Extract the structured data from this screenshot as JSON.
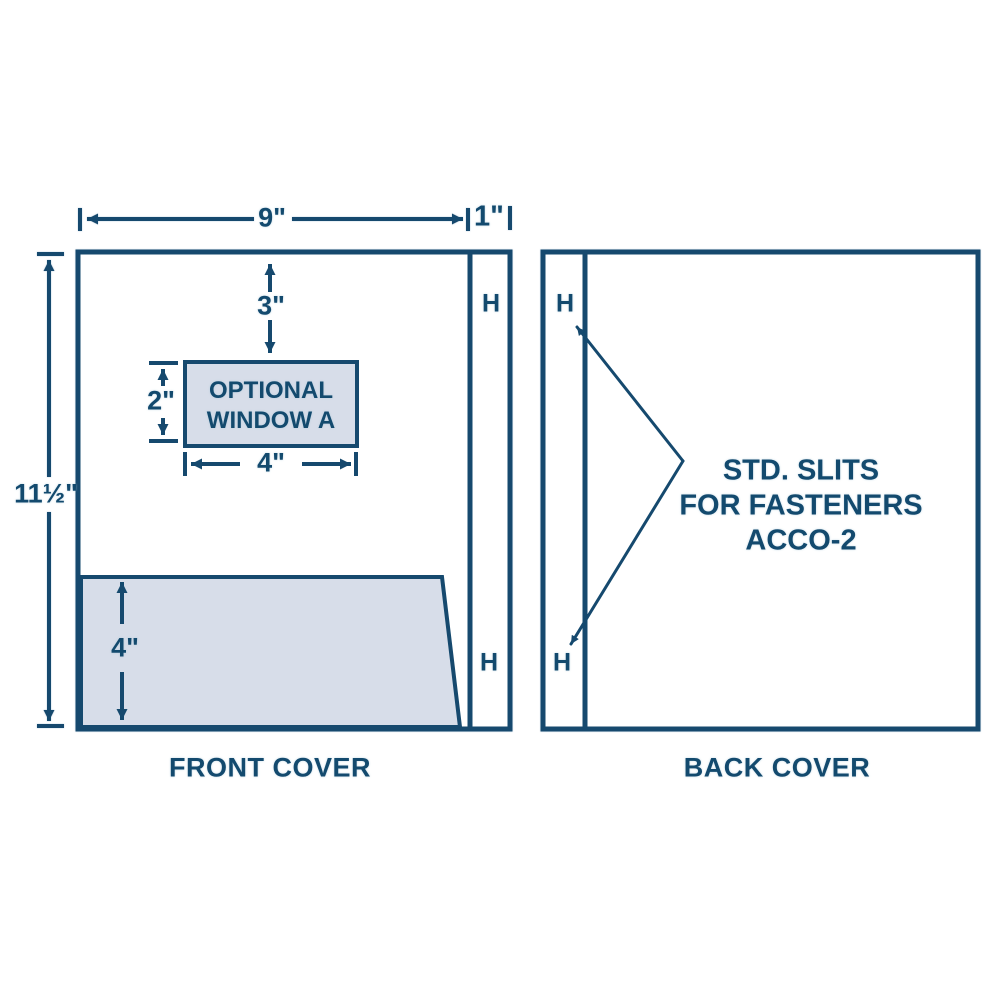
{
  "colors": {
    "line": "#124a6e",
    "text": "#134a6e",
    "shade_fill": "#d7dde9",
    "panel_fill": "#ffffff",
    "background": "#ffffff"
  },
  "dimensions": {
    "panel_width": "9\"",
    "flap_width": "1\"",
    "panel_height": "11½\"",
    "window_from_top": "3\"",
    "window_height": "2\"",
    "window_width": "4\"",
    "pocket_height": "4\""
  },
  "window": {
    "line1": "OPTIONAL",
    "line2": "WINDOW A"
  },
  "slit_marks": {
    "front_top": "H",
    "front_bottom": "H",
    "back_top": "H",
    "back_bottom": "H"
  },
  "fastener_note": {
    "lines": [
      "STD. SLITS",
      "FOR FASTENERS",
      "ACCO-2"
    ]
  },
  "panel_labels": {
    "front": "FRONT COVER",
    "back": "BACK COVER"
  }
}
